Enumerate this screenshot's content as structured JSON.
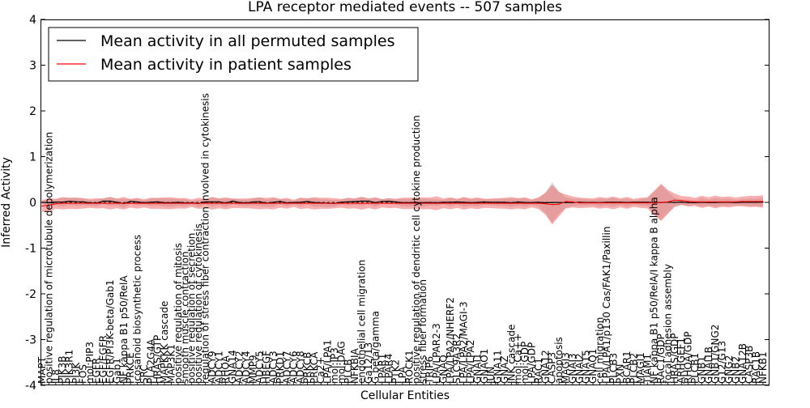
{
  "chart_data": {
    "type": "line",
    "title": "LPA receptor mediated events -- 507 samples",
    "xlabel": "Cellular Entities",
    "ylabel": "Inferred Activity",
    "ylim": [
      -4,
      4
    ],
    "yticks": [
      -4,
      -3,
      -2,
      -1,
      0,
      1,
      2,
      3,
      4
    ],
    "grid": false,
    "legend_position": "top-left",
    "categories": [
      "MAPT",
      "positive regulation of microtubule depolymerization",
      "IL8",
      "PIK3B",
      "PIK3R1",
      "PI3K",
      "FOS",
      "mol:PIP3",
      "EGFR",
      "EGF/EGFR",
      "EGFR/PI3K-beta/Gab1",
      "Gab1",
      "NF kappa B1 p50/RelA",
      "PRKCE",
      "icosanoid biosynthetic process",
      "SRC",
      "PLA2G4A",
      "HRAS/GTP",
      "MAPKKK cascade",
      "MAP3K1",
      "positive regulation of mitosis",
      "smooth muscle contraction",
      "positive regulation of secretion",
      "positive regulation of cytokinesis",
      "regulation of stress fiber contraction involved in cytokinesis",
      "ADCY9",
      "ADCY1",
      "RHOA",
      "GNA14",
      "ADCY2",
      "ADCY4",
      "MMP9",
      "ADCY5",
      "HBEGF",
      "ADCY3",
      "PRKD1",
      "ADCY7",
      "ADCY6",
      "ADCY8",
      "PRKCB",
      "PRKCA",
      "Ca2+",
      "LPA/LPA1",
      "mol:IP3",
      "mol:DAG",
      "PLCB",
      "NFKBIA",
      "endothelial cell migration",
      "Ga12/13",
      "G beta/gamma",
      "LPAR1",
      "LPAR4",
      "PTK2",
      "LPA",
      "ROCK1",
      "positive regulation of dendritic cell cytokine production",
      "stress fiber formation",
      "TRIP6",
      "LPA/LPAR2-3",
      "GNAQ",
      "LPA/LPA2/NHERF2",
      "SLC9A3R2",
      "LPA/LPA2/MAGI-3",
      "LPA/LPA2",
      "GNAI1",
      "GNAO1",
      "JUN",
      "GNA11",
      "GNAZ",
      "JNK cascade",
      "mol:Ca++",
      "mol:GDP",
      "LPA/GDP",
      "RAC1",
      "GNA12",
      "CASP3",
      "apoptosis",
      "MAGI3",
      "GNAI3",
      "GNAI2",
      "GNA15",
      "GNAQ1",
      "cell migration",
      "LPA/LPA1/p130 Cas/FAK1/Paxillin",
      "PLCB3",
      "PXN",
      "BCAR1",
      "PLCB2",
      "MAGI1",
      "TIAM1",
      "NF kappa B1 p50/RelA/I kappa B alpha",
      "RAC1/GDP",
      "focal adhesion assembly",
      "HRAS/GDP",
      "ARHGEF1",
      "RHOA/GDP",
      "PLCB1",
      "GNB1",
      "GNAI1B",
      "GNB1/GNG2",
      "G12/G13",
      "GNG2",
      "GNB2",
      "GNA12B",
      "CASP3B",
      "RAC1B",
      "NFKB1"
    ],
    "series": [
      {
        "name": "Mean activity in all permuted samples",
        "color": "#000000",
        "values": [
          0,
          -0.006,
          0.007,
          0.005,
          0.024,
          0.015,
          0.013,
          -0.011,
          -0.014,
          0.027,
          0.026,
          0.004,
          -0.026,
          0.023,
          0.009,
          -0.009,
          0.005,
          0.011,
          -0.007,
          -0.009,
          0.001,
          -0.012,
          -0.01,
          -0.024,
          0.011,
          0.009,
          0.013,
          -0.015,
          0.027,
          -0.002,
          -0.013,
          0.009,
          0.015,
          -0.019,
          0.002,
          0.021,
          -0.011,
          -0.001,
          0.002,
          0.02,
          -0.001,
          -0.011,
          -0.017,
          -0.023,
          0.006,
          0.01,
          0.017,
          0.026,
          0.026,
          -0.003,
          0.021,
          0.025,
          0.009,
          -0.005,
          -0.005,
          -0.003,
          -0.007,
          -0.001,
          -0.009,
          0.003,
          0.004,
          0.009,
          0.002,
          -0.006,
          0,
          0.009,
          0.004,
          0.001,
          0.001,
          -0.009,
          0.008,
          -0.001,
          -0.004,
          0.002,
          -0.008,
          -0.002,
          -0.004,
          -0.006,
          -0.003,
          0.004,
          -0.004,
          -0.001,
          -0.006,
          0.003,
          0.004,
          0.004,
          -0.002,
          0.002,
          0.001,
          0.004,
          -0.004,
          -0.003,
          0.006,
          0,
          0.005,
          -0.004,
          -0.005,
          0.002,
          -0.004,
          -0.002,
          0.002,
          0.002,
          -0.004,
          0.002,
          0.004,
          0.001,
          0.004
        ]
      },
      {
        "name": "Mean activity in patient samples",
        "color": "#ff0000",
        "values": [
          -0.08,
          -0.06,
          -0.03,
          -0.02,
          -0.02,
          -0.02,
          -0.02,
          -0.02,
          -0.02,
          -0.02,
          -0.02,
          -0.02,
          -0.02,
          -0.02,
          -0.02,
          -0.02,
          -0.02,
          -0.02,
          -0.02,
          -0.02,
          -0.02,
          -0.02,
          -0.02,
          -0.02,
          -0.02,
          -0.02,
          -0.02,
          -0.02,
          -0.02,
          -0.02,
          -0.02,
          -0.02,
          -0.02,
          -0.02,
          -0.02,
          -0.02,
          -0.02,
          -0.02,
          -0.02,
          -0.02,
          -0.02,
          -0.02,
          -0.02,
          -0.02,
          -0.02,
          -0.02,
          -0.02,
          -0.02,
          -0.02,
          -0.02,
          -0.02,
          -0.02,
          -0.02,
          -0.02,
          -0.02,
          -0.02,
          -0.02,
          -0.02,
          -0.02,
          -0.02,
          -0.02,
          -0.02,
          -0.02,
          -0.02,
          -0.02,
          -0.02,
          -0.02,
          -0.02,
          -0.02,
          -0.02,
          -0.02,
          -0.02,
          -0.02,
          -0.02,
          -0.03,
          -0.05,
          -0.04,
          0.02,
          0.01,
          -0.01,
          -0.01,
          -0.01,
          -0.01,
          -0.01,
          -0.01,
          -0.01,
          -0.01,
          -0.01,
          -0.01,
          -0.01,
          -0.01,
          0,
          0.01,
          0.05,
          0.04,
          0.02,
          0.01,
          0.01,
          0.01,
          0.01,
          0.01,
          0.01,
          0.01,
          0.02,
          0.02,
          0.02,
          0.02
        ]
      }
    ]
  }
}
